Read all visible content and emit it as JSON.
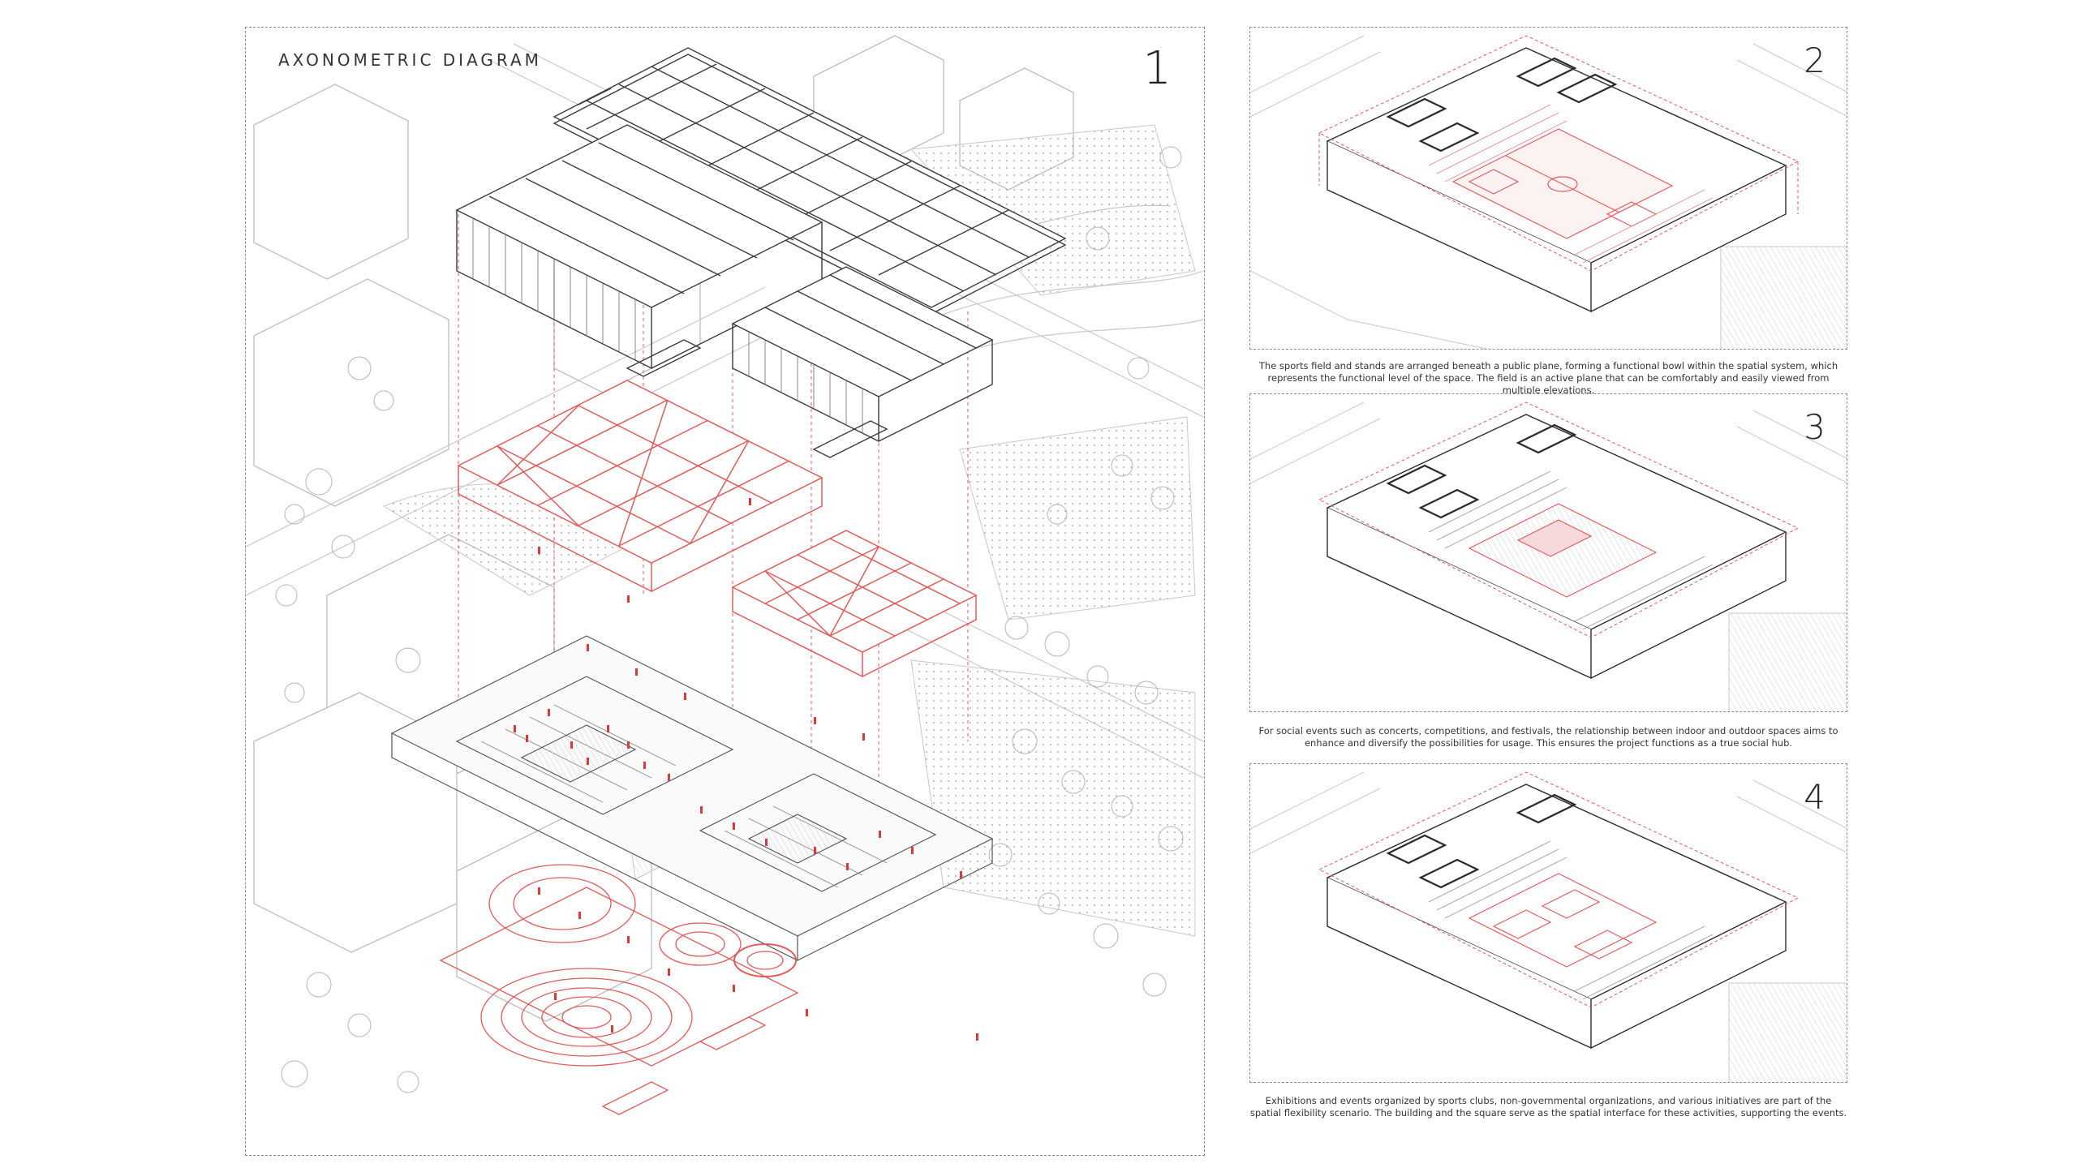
{
  "diagram": {
    "title": "AXONOMETRIC DIAGRAM",
    "main_panel_number": "1",
    "accent_color": "#e05a5a",
    "line_color": "#3a3a3a",
    "light_line_color": "#bdbdbd"
  },
  "panels": [
    {
      "number": "2",
      "caption": "The sports field and stands are arranged beneath a public plane, forming a functional bowl within the spatial system, which represents the functional level of the space. The field is an active plane that can be comfortably and easily viewed from multiple elevations."
    },
    {
      "number": "3",
      "caption": "For social events such as concerts, competitions, and festivals, the relationship between indoor and outdoor spaces aims to enhance and diversify the possibilities for usage. This ensures the project functions as a true social hub."
    },
    {
      "number": "4",
      "caption": "Exhibitions and events organized by sports clubs, non-governmental organizations, and various initiatives are part of the spatial flexibility scenario. The building and the square serve as the spatial interface for these activities, supporting the events."
    }
  ]
}
